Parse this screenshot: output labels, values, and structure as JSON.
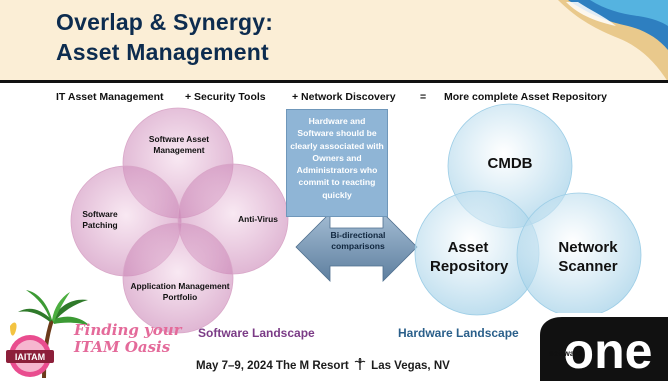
{
  "slide": {
    "title_line1": "Overlap & Synergy:",
    "title_line2": "Asset Management"
  },
  "equation": {
    "itam": "IT Asset Management",
    "security": "+ Security Tools",
    "network": "+ Network Discovery",
    "equals": "=",
    "result": "More complete Asset Repository"
  },
  "software_circles": {
    "top": "Software Asset Management",
    "left": "Software Patching",
    "right": "Anti-Virus",
    "bottom": "Application Management Portfolio"
  },
  "hardware_circles": {
    "top": "CMDB",
    "left": "Asset Repository",
    "right": "Network Scanner"
  },
  "callout": {
    "text": "Hardware and Software should be clearly associated with Owners and Administrators who commit to reacting quickly"
  },
  "arrow": {
    "label": "Bi-directional comparisons"
  },
  "landscapes": {
    "software": "Software Landscape",
    "hardware": "Hardware Landscape"
  },
  "branding": {
    "event_badge": "IAITAM",
    "tagline_1": "Finding your",
    "tagline_2": "ITAM Oasis",
    "footer": "May 7–9, 2024  The M Resort",
    "footer_location": "Las Vegas, NV",
    "sponsor_small": "software",
    "sponsor_big": "one"
  },
  "colors": {
    "title": "#0d2c4f",
    "header_bg": "#fbeed6",
    "software_circle": "#c97db0",
    "hardware_circle": "#a6d2e8",
    "callout_bg": "#8fb5d6",
    "software_landscape": "#7b3b86",
    "hardware_landscape": "#2a5f8a"
  }
}
